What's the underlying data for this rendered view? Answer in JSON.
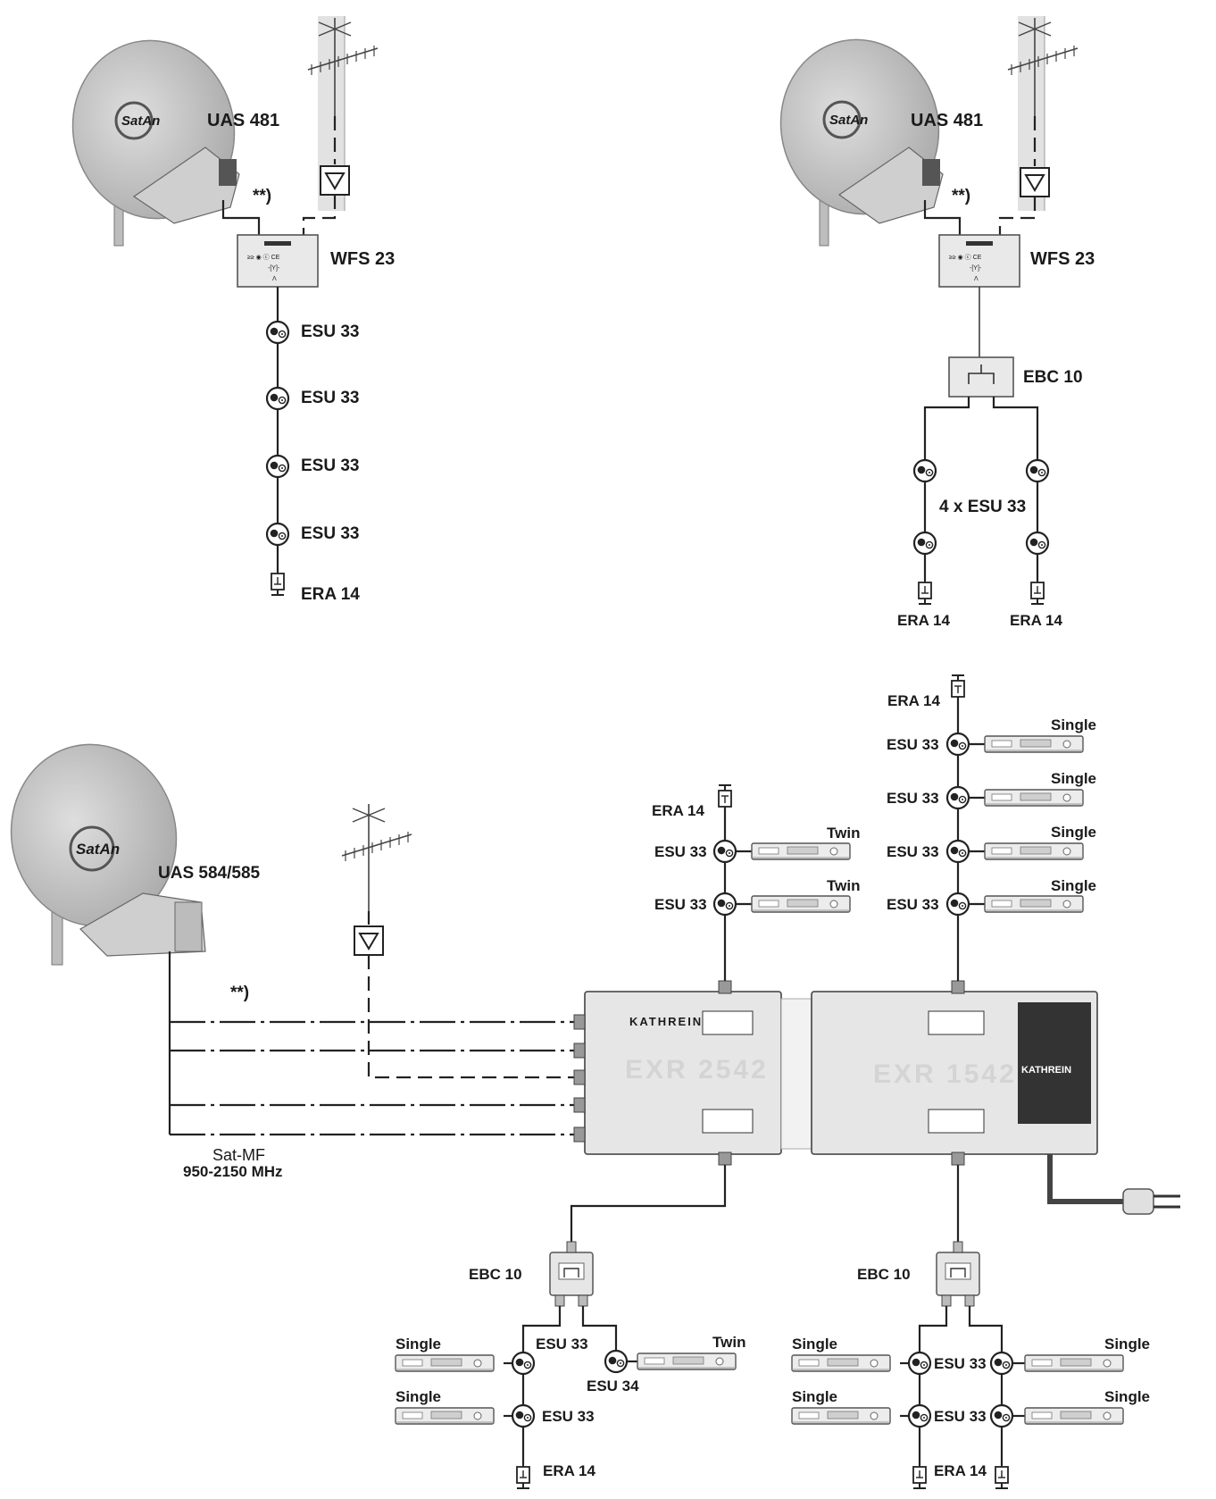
{
  "colors": {
    "line": "#222222",
    "device": "#e6e6e6",
    "dish": "#c8c8c8",
    "mast": "#e2e2e2",
    "background": "#ffffff"
  },
  "icons": [
    "dish-antenna-icon",
    "terrestrial-antenna-icon",
    "amplifier-triangle-icon",
    "wall-socket-icon",
    "terminator-icon",
    "receiver-icon",
    "mains-plug-icon"
  ],
  "brand": {
    "dish_logo": "SatAn",
    "manufacturer": "KATHREIN"
  },
  "setup_a": {
    "dish_label": "UAS 481",
    "note": "**)",
    "diplexer": "WFS 23",
    "sockets": [
      "ESU 33",
      "ESU 33",
      "ESU 33",
      "ESU 33"
    ],
    "terminator": "ERA 14"
  },
  "setup_b": {
    "dish_label": "UAS 481",
    "note": "**)",
    "diplexer": "WFS 23",
    "splitter": "EBC 10",
    "sockets_label": "4 x ESU 33",
    "terminators": [
      "ERA 14",
      "ERA 14"
    ]
  },
  "setup_c": {
    "dish_label": "UAS 584/585",
    "note": "**)",
    "sat_if": "Sat-MF",
    "band": "950-2150 MHz",
    "switch_a": "EXR 2542",
    "switch_b": "EXR 1542",
    "col1": {
      "terminator": "ERA 14",
      "sockets": [
        "ESU 33",
        "ESU 33"
      ],
      "receivers": [
        "Twin",
        "Twin"
      ]
    },
    "col2": {
      "terminator": "ERA 14",
      "sockets": [
        "ESU 33",
        "ESU 33",
        "ESU 33",
        "ESU 33"
      ],
      "receivers": [
        "Single",
        "Single",
        "Single",
        "Single"
      ]
    },
    "branch_left": {
      "splitter": "EBC 10",
      "socket_a": "ESU 33",
      "socket_b": "ESU 34",
      "socket_c": "ESU 33",
      "receivers": [
        "Single",
        "Twin",
        "Single"
      ],
      "terminator": "ERA 14"
    },
    "branch_right": {
      "splitter": "EBC 10",
      "sockets": [
        "ESU 33",
        "ESU 33"
      ],
      "receivers": [
        "Single",
        "Single",
        "Single",
        "Single"
      ],
      "terminator": "ERA 14"
    }
  }
}
